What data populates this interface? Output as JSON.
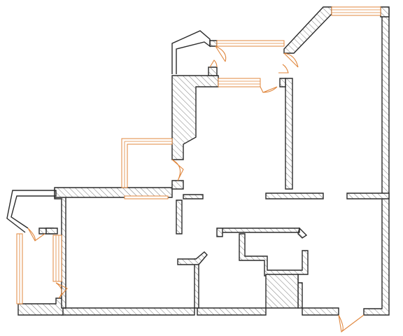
{
  "drawing": {
    "kind": "apartment-floor-plan",
    "colors": {
      "wall_stroke": "#2b2b2b",
      "hatch": "#7a7a7a",
      "window": "#e0873e",
      "door_swing": "#e0873e",
      "background": "#ffffff"
    },
    "elements": {
      "walls": "hatched-walls",
      "windows": "orange-windows",
      "doors": "orange-door-swings"
    }
  }
}
